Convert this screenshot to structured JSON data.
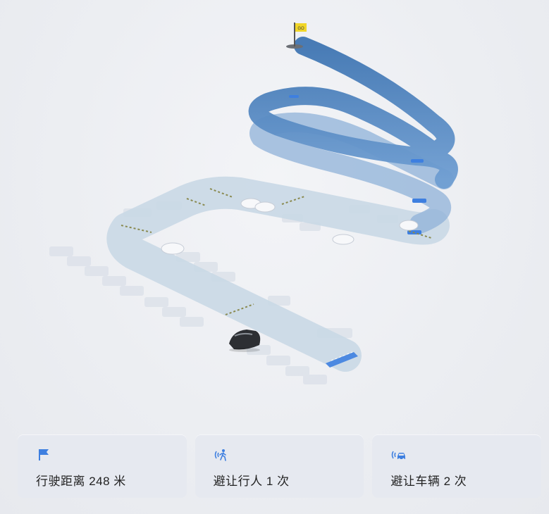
{
  "route": {
    "destination_badge": "GO",
    "accent_color": "#3e7fe0",
    "track_color": "#c3d5e6",
    "route_color": "#4f86c4"
  },
  "stats": [
    {
      "icon": "flag-icon",
      "label": "行驶距离 248 米"
    },
    {
      "icon": "pedestrian-yield-icon",
      "label": "避让行人 1 次"
    },
    {
      "icon": "vehicle-yield-icon",
      "label": "避让车辆 2 次"
    }
  ]
}
